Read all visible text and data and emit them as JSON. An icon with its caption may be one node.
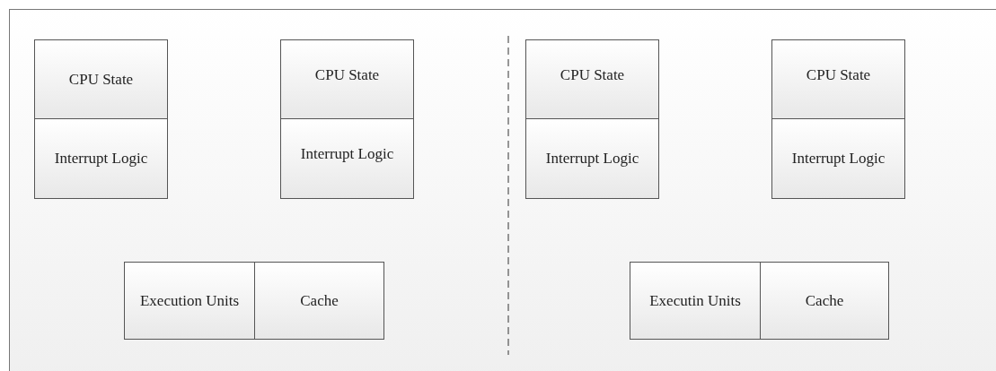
{
  "diagram": {
    "nodes": [
      {
        "text": [
          "CPU State"
        ]
      },
      {
        "text": [
          "CPU State"
        ]
      },
      {
        "text": [
          "CPU State"
        ]
      },
      {
        "text": [
          "CPU State"
        ]
      },
      {
        "text": [
          "Interrupt Logic"
        ]
      },
      {
        "text": [
          "Interrupt Logic"
        ]
      },
      {
        "text": [
          "Interrupt Logic"
        ]
      },
      {
        "text": [
          "Interrupt Logic"
        ]
      },
      {
        "text": [
          "Execution Units"
        ]
      },
      {
        "text": [
          "Cache"
        ]
      },
      {
        "text": [
          "Executin Units"
        ]
      },
      {
        "text": [
          "Cache"
        ]
      }
    ]
  }
}
